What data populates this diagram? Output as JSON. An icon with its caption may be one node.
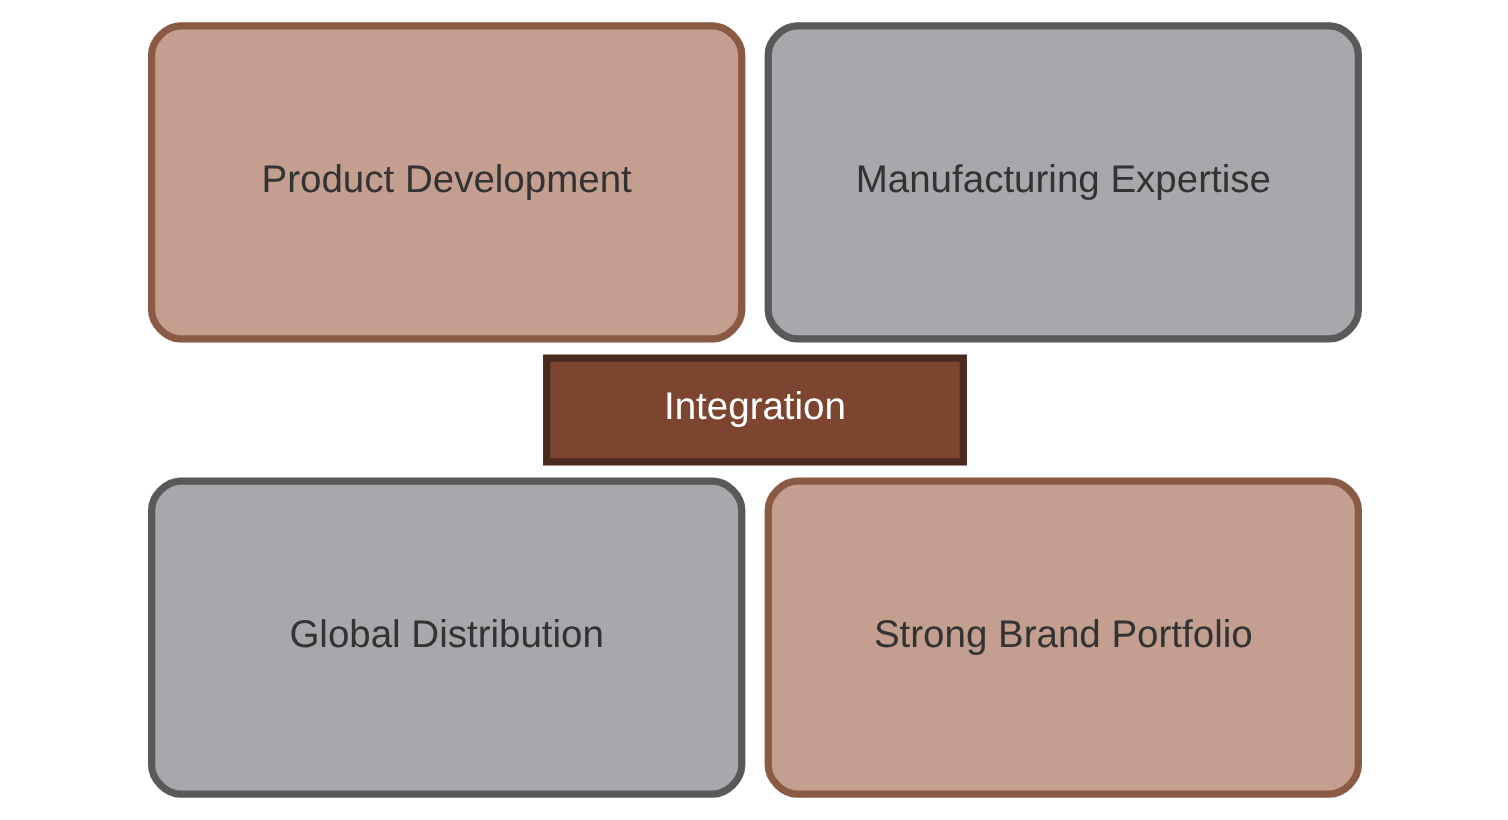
{
  "diagram": {
    "nodes": [
      {
        "text": [
          "Product Development"
        ]
      },
      {
        "text": [
          "Manufacturing Expertise"
        ]
      },
      {
        "text": [
          "Global Distribution"
        ]
      },
      {
        "text": [
          "Strong Brand Portfolio"
        ]
      },
      {
        "text": [
          "Integration"
        ]
      }
    ]
  }
}
